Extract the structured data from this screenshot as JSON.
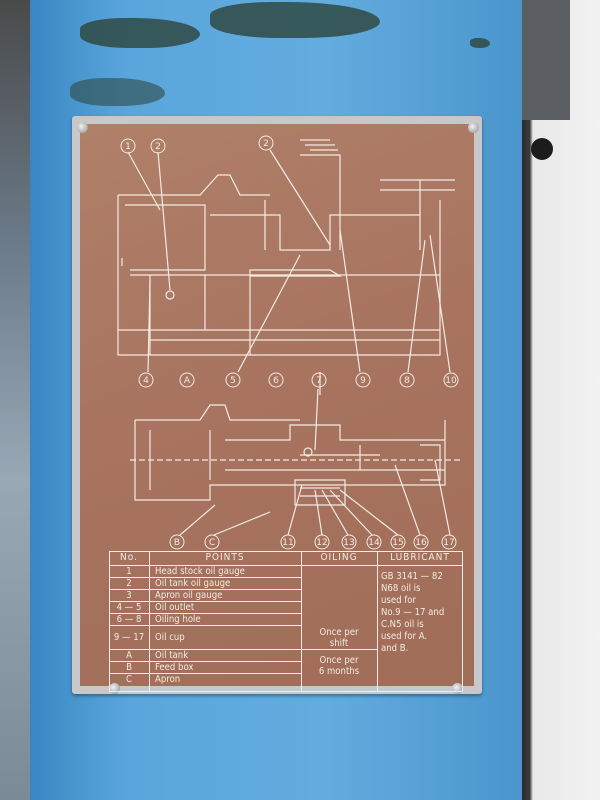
{
  "diagram": {
    "upper_callouts": [
      "1",
      "2",
      "2",
      "4",
      "A",
      "5",
      "6",
      "7",
      "9",
      "8",
      "10"
    ],
    "lower_callouts": [
      "B",
      "C",
      "11",
      "12",
      "13",
      "14",
      "15",
      "16",
      "17"
    ]
  },
  "table": {
    "headers": {
      "no": "No.",
      "points": "POINTS",
      "oiling": "OILING",
      "lubricant": "LUBRICANT"
    },
    "rows": [
      {
        "no": "1",
        "point": "Head stock oil gauge"
      },
      {
        "no": "2",
        "point": "Oil tank oil gauge"
      },
      {
        "no": "3",
        "point": "Apron oil gauge"
      },
      {
        "no": "4 — 5",
        "point": "Oil outlet"
      },
      {
        "no": "6 — 8",
        "point": "Oiling hole"
      },
      {
        "no": "9 — 17",
        "point": "Oil cup"
      },
      {
        "no": "A",
        "point": "Oil tank"
      },
      {
        "no": "B",
        "point": "Feed box"
      },
      {
        "no": "C",
        "point": "Apron"
      }
    ],
    "oiling": {
      "shift_line1": "Once per",
      "shift_line2": "shift",
      "month_line1": "Once per",
      "month_line2": "6 months"
    },
    "lubricant": [
      "GB 3141 — 82",
      "N68 oil is",
      "used for",
      "No.9 — 17 and",
      "C.N5 oil is",
      "used for A.",
      "and B."
    ]
  },
  "colors": {
    "machine": "#5aa6dc",
    "plate": "#a87460",
    "ink": "#f3ebe4"
  }
}
